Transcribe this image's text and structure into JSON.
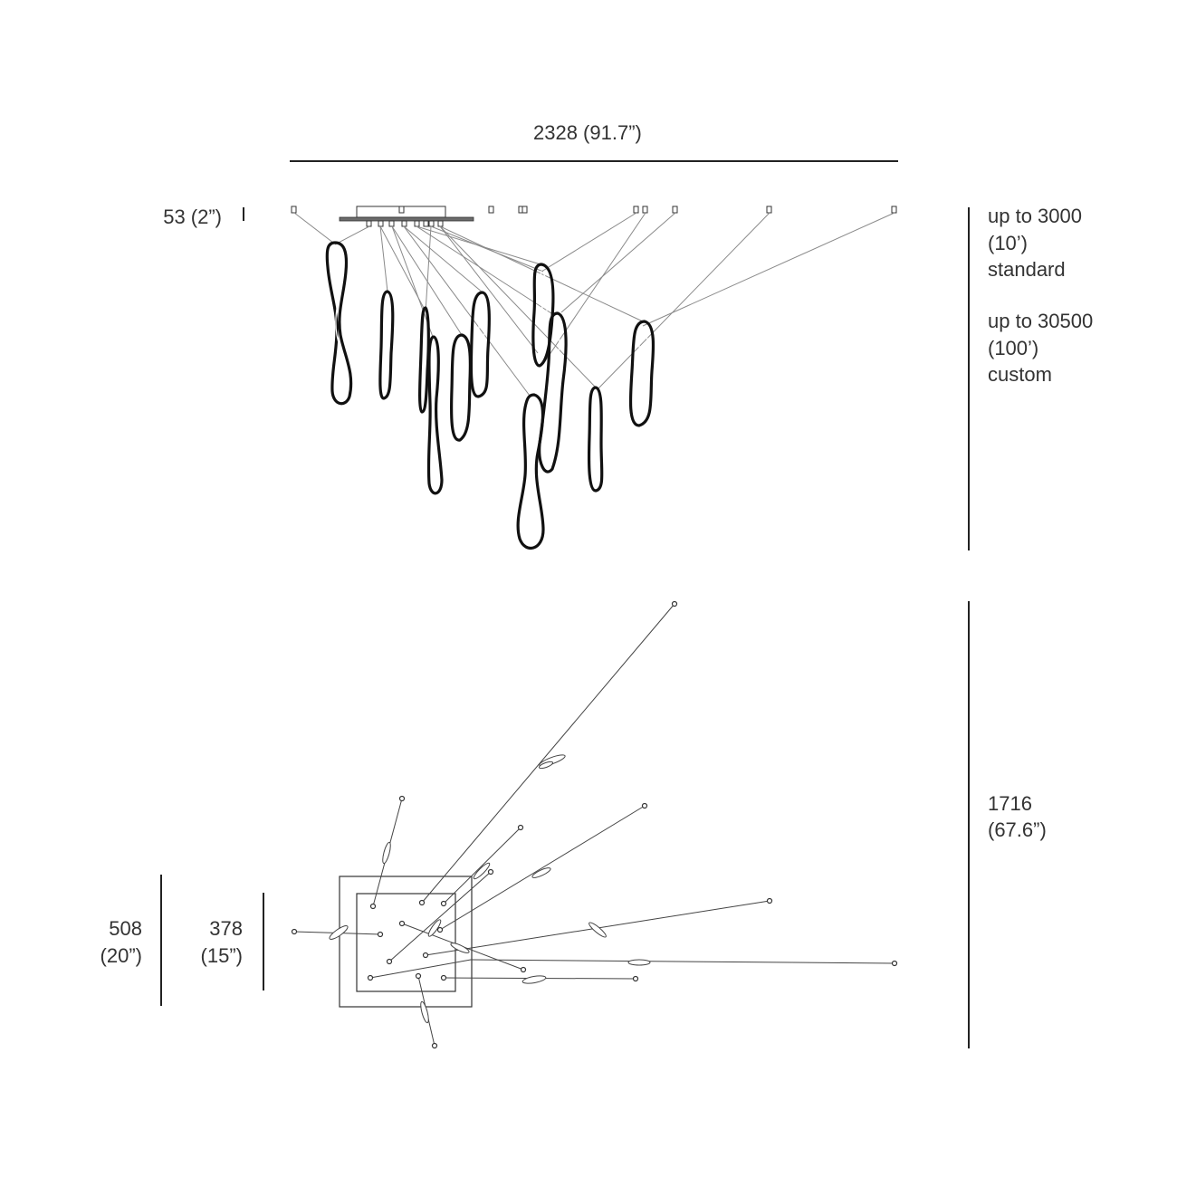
{
  "dimensions": {
    "overall_width": "2328 (91.7”)",
    "canopy_height": "53 (2”)",
    "drop_standard": {
      "value": "up to 3000",
      "imperial": "(10’)",
      "note": "standard"
    },
    "drop_custom": {
      "value": "up to 30500",
      "imperial": "(100’)",
      "note": "custom"
    },
    "plan_depth": {
      "value": "1716",
      "imperial": "(67.6”)"
    },
    "canopy_outer": {
      "value": "508",
      "imperial": "(20”)"
    },
    "canopy_inner": {
      "value": "378",
      "imperial": "(15”)"
    }
  }
}
